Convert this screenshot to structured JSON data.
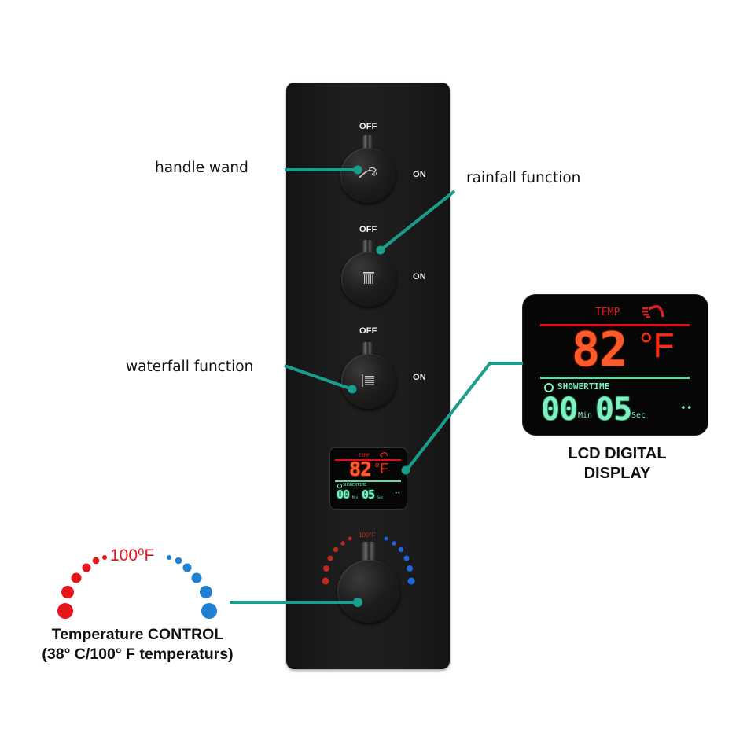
{
  "callouts": {
    "handle_wand": "handle wand",
    "rainfall": "rainfall function",
    "waterfall": "waterfall function",
    "lcd_line1": "LCD DIGITAL",
    "lcd_line2": "DISPLAY",
    "temp_control_line1": "Temperature CONTROL",
    "temp_control_line2": "(38°  C/100°  F temperaturs)",
    "temp_scale_label": "100⁰F"
  },
  "panel": {
    "valves": [
      {
        "off_label": "OFF",
        "on_label": "ON",
        "icon": "handheld-shower-icon"
      },
      {
        "off_label": "OFF",
        "on_label": "ON",
        "icon": "rainfall-shower-icon"
      },
      {
        "off_label": "OFF",
        "on_label": "ON",
        "icon": "waterfall-shower-icon"
      }
    ],
    "thermostat_label": "100°F"
  },
  "lcd": {
    "temp_label": "TEMP",
    "temperature": "82",
    "unit": "°F",
    "timer_label": "SHOWERTIME",
    "minutes": "00",
    "min_unit": "Min",
    "seconds": "05",
    "sec_unit": "Sec",
    "indicator": "••"
  },
  "colors": {
    "callout_line": "#1a9e8c",
    "hot": "#e8141c",
    "cold": "#1f7fd0",
    "lcd_red": "#ff3a1a",
    "lcd_green": "#7ff0c0",
    "panel": "#1b1b1b"
  }
}
